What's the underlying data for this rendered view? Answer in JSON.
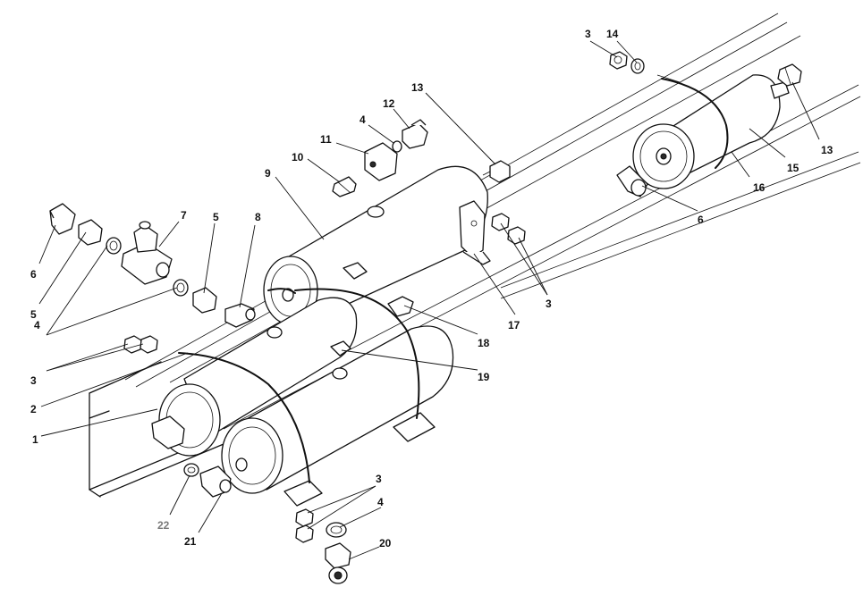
{
  "labels": {
    "n1": "1",
    "n2": "2",
    "n3a": "3",
    "n3b": "3",
    "n3c": "3",
    "n3d": "3",
    "n4a": "4",
    "n4b": "4",
    "n4c": "4",
    "n5a": "5",
    "n5b": "5",
    "n6a": "6",
    "n6b": "6",
    "n7": "7",
    "n8": "8",
    "n9": "9",
    "n10": "10",
    "n11": "11",
    "n12": "12",
    "n13a": "13",
    "n13b": "13",
    "n14": "14",
    "n15": "15",
    "n16": "16",
    "n17": "17",
    "n18": "18",
    "n19": "19",
    "n20": "20",
    "n21": "21",
    "n22": "22"
  },
  "colors": {
    "line": "#111111",
    "background": "#ffffff",
    "muted_label": "#7a7a7a"
  }
}
